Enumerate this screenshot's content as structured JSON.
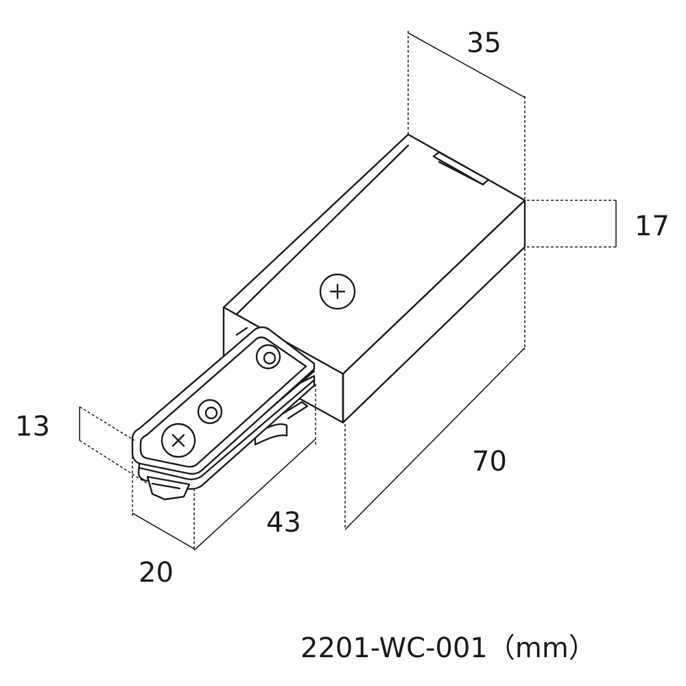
{
  "drawing": {
    "dimensions": {
      "width": "35",
      "height": "17",
      "length": "70",
      "tab_length": "43",
      "tab_width": "20",
      "tab_height": "13"
    },
    "caption": "2201-WC-001（mm）"
  },
  "colors": {
    "line": "#1a1a1a",
    "background": "#ffffff"
  }
}
